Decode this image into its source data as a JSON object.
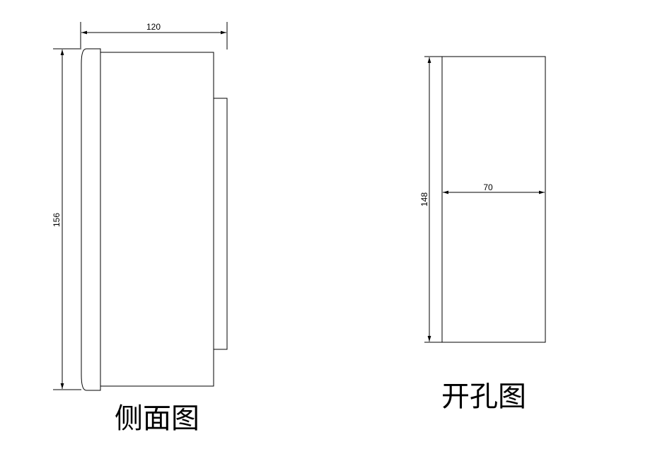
{
  "side_view": {
    "title": "侧面图",
    "width_label": "120",
    "height_label": "156"
  },
  "cutout_view": {
    "title": "开孔图",
    "width_label": "70",
    "height_label": "148"
  }
}
